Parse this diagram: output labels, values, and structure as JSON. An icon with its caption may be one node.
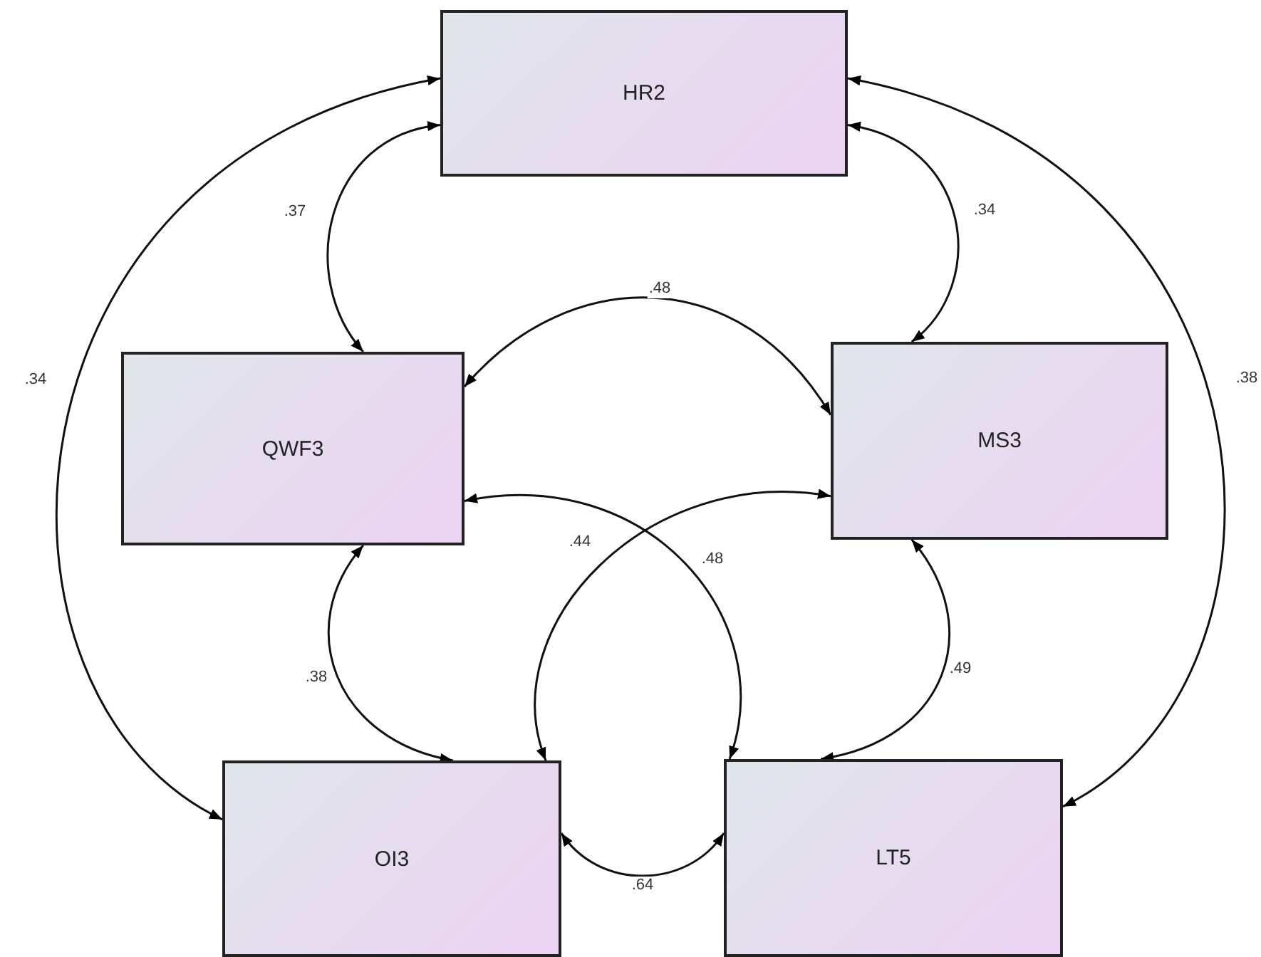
{
  "diagram": {
    "nodes": [
      {
        "text": [
          "HR2"
        ]
      },
      {
        "text": [
          "QWF3"
        ]
      },
      {
        "text": [
          "MS3"
        ]
      },
      {
        "text": [
          "OI3"
        ]
      },
      {
        "text": [
          "LT5"
        ]
      }
    ],
    "edges": [
      {
        "from": 0,
        "to": 1,
        "arrow": "both",
        "label": ".37"
      },
      {
        "from": 0,
        "to": 2,
        "arrow": "both",
        "label": ".34"
      },
      {
        "from": 0,
        "to": 3,
        "arrow": "both",
        "label": ".34"
      },
      {
        "from": 0,
        "to": 4,
        "arrow": "both",
        "label": ".38"
      },
      {
        "from": 1,
        "to": 2,
        "arrow": "both",
        "label": ".48"
      },
      {
        "from": 1,
        "to": 4,
        "arrow": "both",
        "label": ".48"
      },
      {
        "from": 2,
        "to": 3,
        "arrow": "both",
        "label": ".44"
      },
      {
        "from": 1,
        "to": 3,
        "arrow": "both",
        "label": ".38"
      },
      {
        "from": 2,
        "to": 4,
        "arrow": "both",
        "label": ".49"
      },
      {
        "from": 3,
        "to": 4,
        "arrow": "both",
        "label": ".64"
      }
    ]
  }
}
